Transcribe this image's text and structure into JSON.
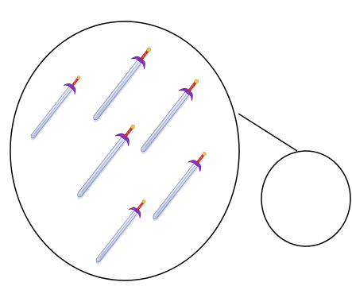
{
  "diagram": {
    "container_count": 2,
    "connector_count": 1,
    "sword_count": 6
  },
  "swords": [
    {
      "id": 1
    },
    {
      "id": 2
    },
    {
      "id": 3
    },
    {
      "id": 4
    },
    {
      "id": 5
    },
    {
      "id": 6
    }
  ],
  "colors": {
    "outline": "#000000",
    "blade_fill": "#dde3f2",
    "blade_edge": "#8a97b8",
    "blade_shadow": "#b9c3e6",
    "guard": "#8b2fc9",
    "grip": "#e02828",
    "pommel": "#f2c24a",
    "background": "#ffffff"
  }
}
